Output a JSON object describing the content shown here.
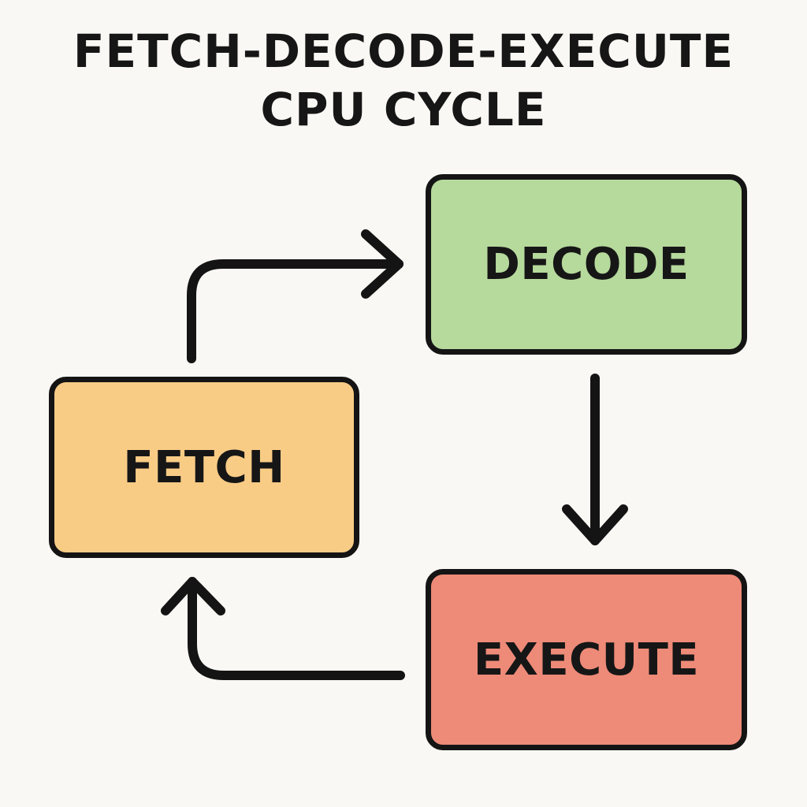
{
  "title": {
    "line1": "FETCH-DECODE-EXECUTE",
    "line2": "CPU CYCLE"
  },
  "stages": {
    "fetch": {
      "label": "FETCH",
      "color": "#f9cc86"
    },
    "decode": {
      "label": "DECODE",
      "color": "#b6d99c"
    },
    "execute": {
      "label": "EXECUTE",
      "color": "#ee8a78"
    }
  },
  "flow": [
    {
      "from": "FETCH",
      "to": "DECODE"
    },
    {
      "from": "DECODE",
      "to": "EXECUTE"
    },
    {
      "from": "EXECUTE",
      "to": "FETCH"
    }
  ]
}
